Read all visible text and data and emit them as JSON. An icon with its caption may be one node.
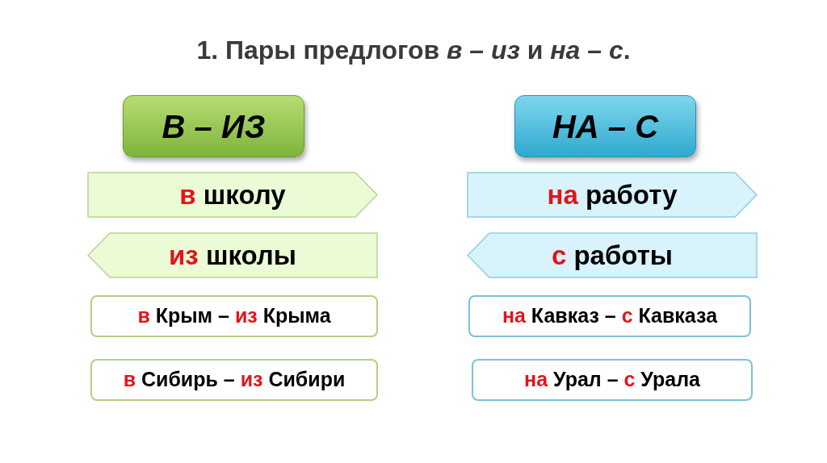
{
  "diagram": {
    "title": "1. Пары предлогов *в – из* и *на – с*.",
    "nodes": [
      {
        "text": [
          "В – ИЗ"
        ]
      },
      {
        "text": [
          "**в** школу"
        ]
      },
      {
        "text": [
          "**из** школы"
        ]
      },
      {
        "text": [
          "**в** Крым – **из** Крыма"
        ]
      },
      {
        "text": [
          "**в** Сибирь – **из** Сибири"
        ]
      },
      {
        "text": [
          "НА – С"
        ]
      },
      {
        "text": [
          "**на** работу"
        ]
      },
      {
        "text": [
          "**с** работы"
        ]
      },
      {
        "text": [
          "**на** Кавказ – **с** Кавказа"
        ]
      },
      {
        "text": [
          "**на** Урал – **с** Урала"
        ]
      }
    ]
  }
}
